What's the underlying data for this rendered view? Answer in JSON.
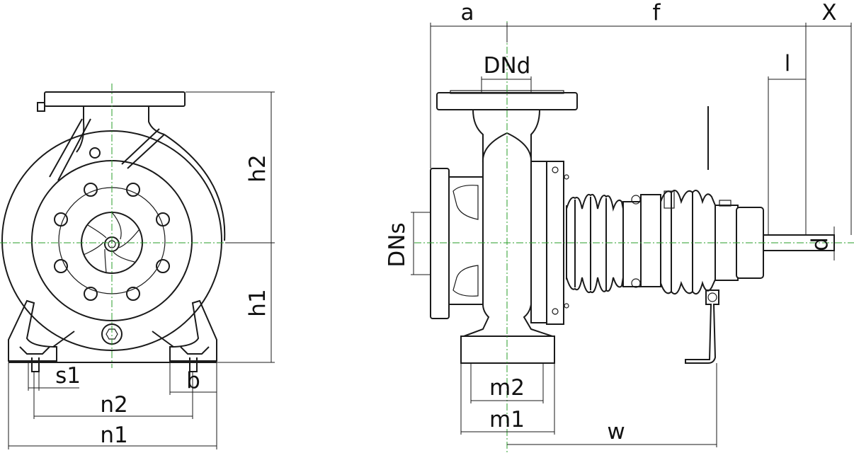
{
  "colors": {
    "line": "#1a1a1a",
    "centerline": "#2a9d2a",
    "background": "#ffffff"
  },
  "labels": {
    "h2": "h2",
    "h1": "h1",
    "s1": "s1",
    "b": "b",
    "n2": "n2",
    "n1": "n1",
    "a": "a",
    "f": "f",
    "X": "X",
    "l": "l",
    "DNd": "DNd",
    "DNs": "DNs",
    "d": "d",
    "m2": "m2",
    "m1": "m1",
    "w": "w"
  }
}
